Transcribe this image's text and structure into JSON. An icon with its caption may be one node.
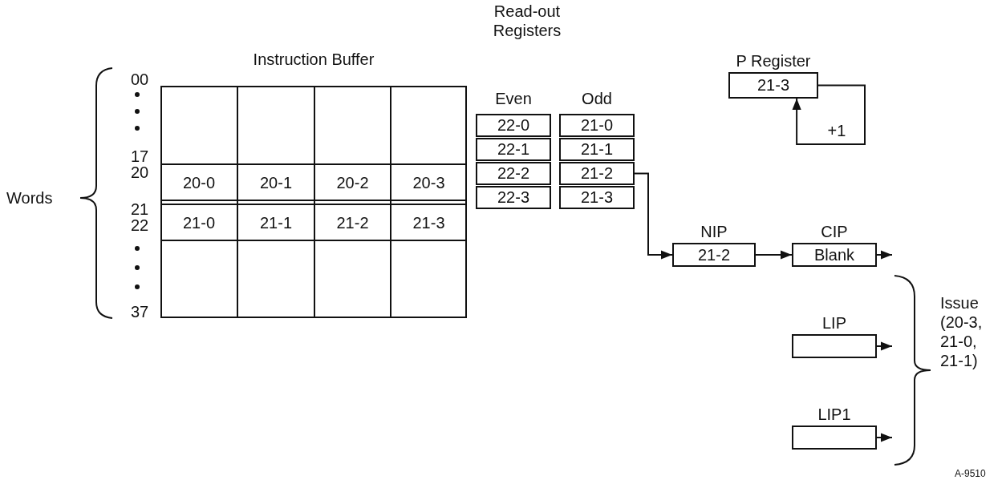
{
  "diagram": {
    "nodes": [
      {
        "text": [
          "Instruction Buffer"
        ]
      },
      {
        "text": [
          "22-0"
        ]
      },
      {
        "text": [
          "22-1"
        ]
      },
      {
        "text": [
          "22-2"
        ]
      },
      {
        "text": [
          "22-3"
        ]
      },
      {
        "text": [
          "21-0"
        ]
      },
      {
        "text": [
          "21-1"
        ]
      },
      {
        "text": [
          "21-2"
        ]
      },
      {
        "text": [
          "21-3"
        ]
      },
      {
        "text": [
          "P Register",
          "21-3"
        ]
      },
      {
        "text": [
          "NIP",
          "21-2"
        ]
      },
      {
        "text": [
          "CIP",
          "Blank"
        ]
      },
      {
        "text": [
          "LIP"
        ]
      },
      {
        "text": [
          "LIP1"
        ]
      },
      {
        "text": [
          "Issue (20-3, 21-0, 21-1)"
        ]
      }
    ],
    "edges": [
      {
        "from": 7,
        "to": 10,
        "arrow": "to"
      },
      {
        "from": 10,
        "to": 11,
        "arrow": "to"
      },
      {
        "from": 11,
        "to": 14,
        "arrow": "to"
      },
      {
        "from": 12,
        "to": 14,
        "arrow": "to"
      },
      {
        "from": 13,
        "to": 14,
        "arrow": "to"
      },
      {
        "from": 9,
        "to": 9,
        "arrow": "to",
        "label": "+1"
      }
    ],
    "labels": [
      "Read-out Registers",
      "Even",
      "Odd",
      "Words",
      "00",
      "17",
      "20",
      "21",
      "22",
      "37",
      "20-0",
      "20-1",
      "20-2",
      "20-3",
      "21-0",
      "21-1",
      "21-2",
      "21-3",
      "A-9510"
    ]
  }
}
